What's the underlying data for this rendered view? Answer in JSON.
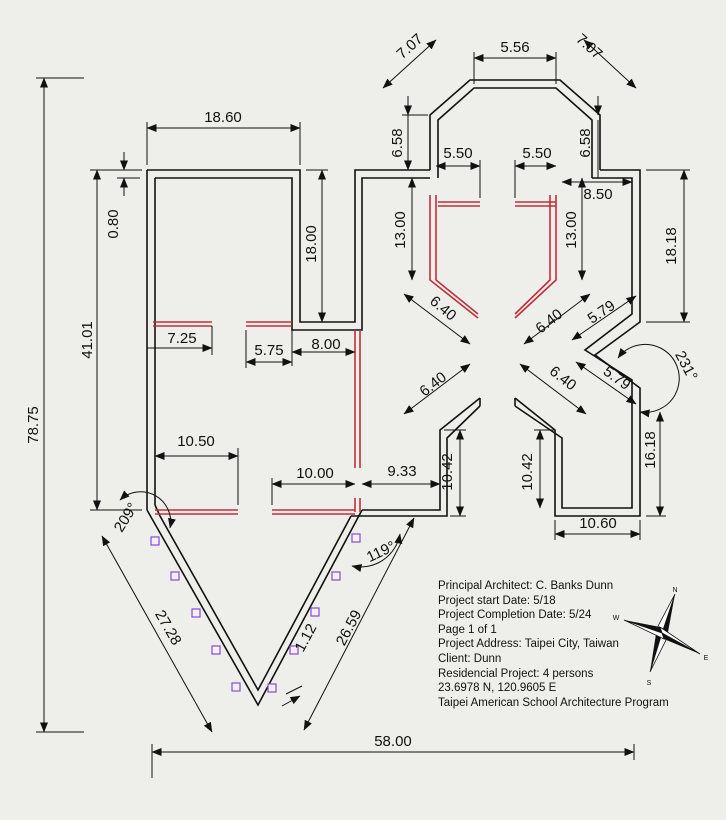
{
  "dimensions": {
    "overall_height": "78.75",
    "overall_width": "58.00",
    "left_block_height": "41.01",
    "left_top_offset": "0.80",
    "left_top_width": "18.60",
    "left_inner_notch": "18.00",
    "room_7_25": "7.25",
    "room_5_75": "5.75",
    "room_8_00": "8.00",
    "room_10_50": "10.50",
    "room_10_00": "10.00",
    "room_9_33": "9.33",
    "angle_209": "209°",
    "angle_119": "119°",
    "angle_231": "231°",
    "wedge_left": "27.28",
    "wedge_right": "26.59",
    "wedge_thickness": "1.12",
    "tower_diag_left": "7.07",
    "tower_top": "5.56",
    "tower_diag_right": "7.07",
    "tower_side_left": "6.58",
    "tower_side_right": "6.58",
    "corridor_left": "5.50",
    "corridor_right": "5.50",
    "corridor_len_left": "13.00",
    "corridor_len_right": "13.00",
    "diag_upper_left": "6.40",
    "diag_upper_right": "6.40",
    "diag_lower_left": "6.40",
    "diag_lower_right": "6.40",
    "right_top_width": "8.50",
    "right_block_height": "18.18",
    "right_notch_a": "5.79",
    "right_notch_b": "5.79",
    "right_lower_height": "16.18",
    "leg_left": "10.42",
    "leg_right": "10.42",
    "right_base_width": "10.60"
  },
  "info": {
    "architect": "Principal Architect: C. Banks Dunn",
    "start": "Project start Date: 5/18",
    "completion": "Project Completion Date: 5/24",
    "page": "Page 1 of 1",
    "address": "Project Address: Taipei City, Taiwan",
    "client": "Client: Dunn",
    "type": "Residencial Project: 4 persons",
    "coords": "23.6978 N, 120.9605 E",
    "program": "Taipei American School Architecture Program"
  },
  "compass": {
    "n": "N",
    "e": "E",
    "s": "S",
    "w": "W"
  },
  "colors": {
    "wall": "#111111",
    "partition": "#c0303a",
    "window": "#8a4ad0",
    "background": "#eeeeea"
  }
}
